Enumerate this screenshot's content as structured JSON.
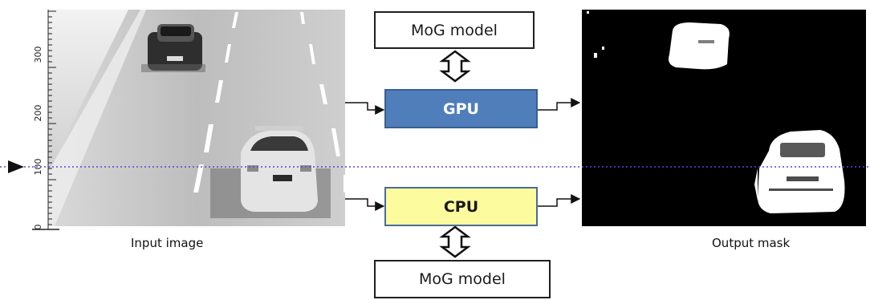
{
  "figure": {
    "input_caption": "Input image",
    "output_caption": "Output mask",
    "axis_ticks": [
      "300",
      "200",
      "100",
      "0"
    ]
  },
  "blocks": {
    "mog_top": "MoG model",
    "gpu": "GPU",
    "cpu": "CPU",
    "mog_bottom": "MoG model"
  },
  "colors": {
    "gpu_fill": "#4f7ebb",
    "cpu_fill": "#fcfb9e",
    "scanline": "#6a3fd8",
    "mask_background": "#000000"
  }
}
